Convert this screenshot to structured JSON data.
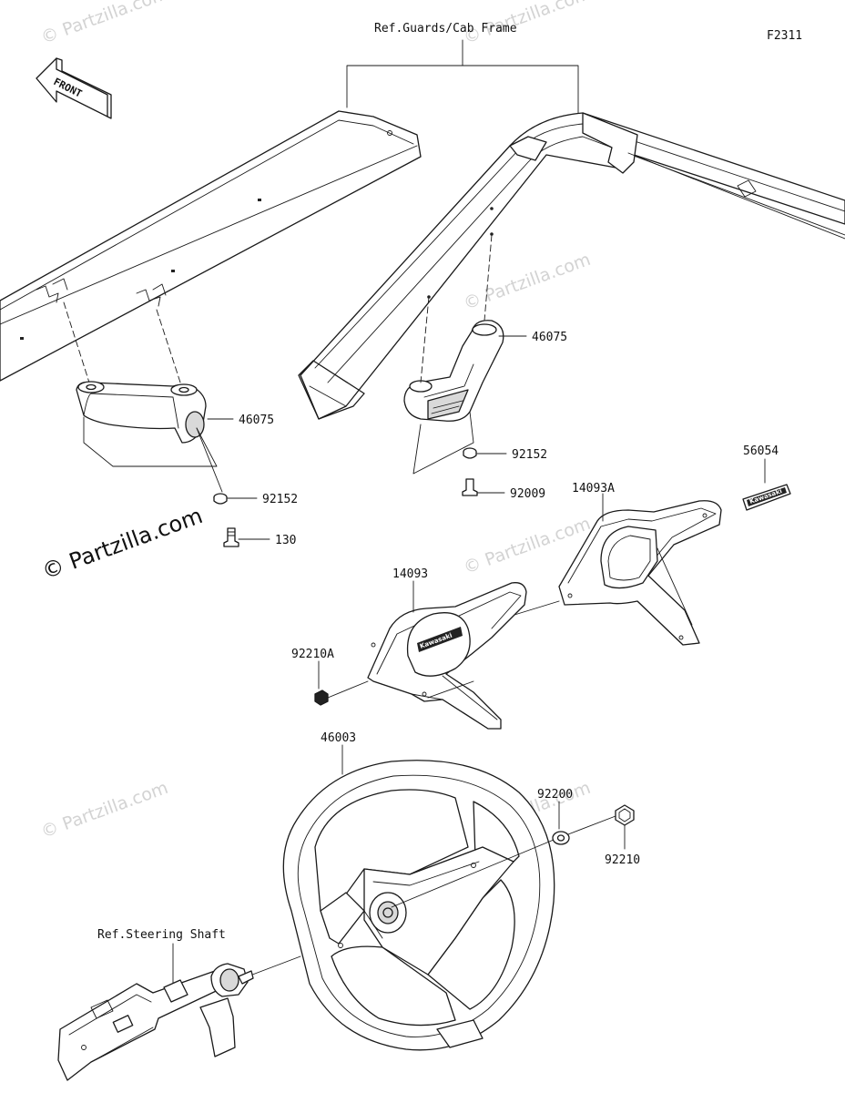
{
  "diagram_id": "F2311",
  "ref_labels": {
    "guards_cab_frame": "Ref.Guards/Cab Frame",
    "steering_shaft": "Ref.Steering Shaft"
  },
  "front_arrow": "FRONT",
  "copyright": "© Partzilla.com",
  "watermark": "© Partzilla.com",
  "logo_text": "Kawasaki",
  "callouts": {
    "grip_left": "46075",
    "grip_right": "46075",
    "collar_left": "92152",
    "collar_right": "92152",
    "bolt_left": "130",
    "bolt_right": "92009",
    "emblem": "56054",
    "cover_rear": "14093A",
    "cover_front": "14093",
    "nut_cover": "92210A",
    "steering_wheel": "46003",
    "washer": "92200",
    "nut_wheel": "92210"
  }
}
